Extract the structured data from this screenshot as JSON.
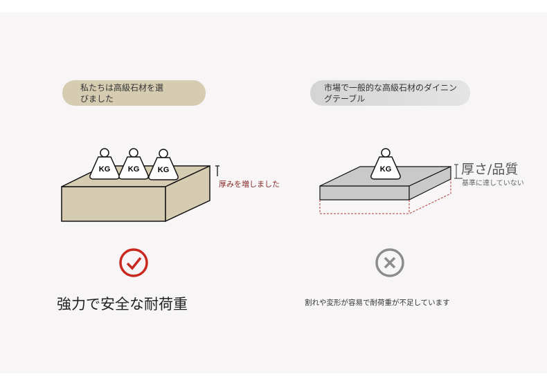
{
  "left": {
    "badge": "私たちは高級石材を選びました",
    "badge_line1": "私たちは高級石材を選",
    "badge_line2": "びました",
    "weight_label": "KG",
    "thickness_note": "厚みを増しました",
    "result": "強力で安全な耐荷重",
    "icon": "check-circle-icon"
  },
  "right": {
    "badge": "市場で一般的な高級石材のダイニングテーブル",
    "badge_line1": "市場で一般的な高級石材のダイニン",
    "badge_line2": "グテーブル",
    "weight_label": "KG",
    "thickness_title": "厚さ/品質",
    "thickness_sub": "基準に達していない",
    "result": "割れや変形が容易で耐荷重が不足しています",
    "icon": "x-circle-icon"
  },
  "colors": {
    "beige": "#d6ccb2",
    "accent_red": "#c8281e",
    "gray": "#8c8c8c",
    "note_red": "#8a2a2a"
  }
}
